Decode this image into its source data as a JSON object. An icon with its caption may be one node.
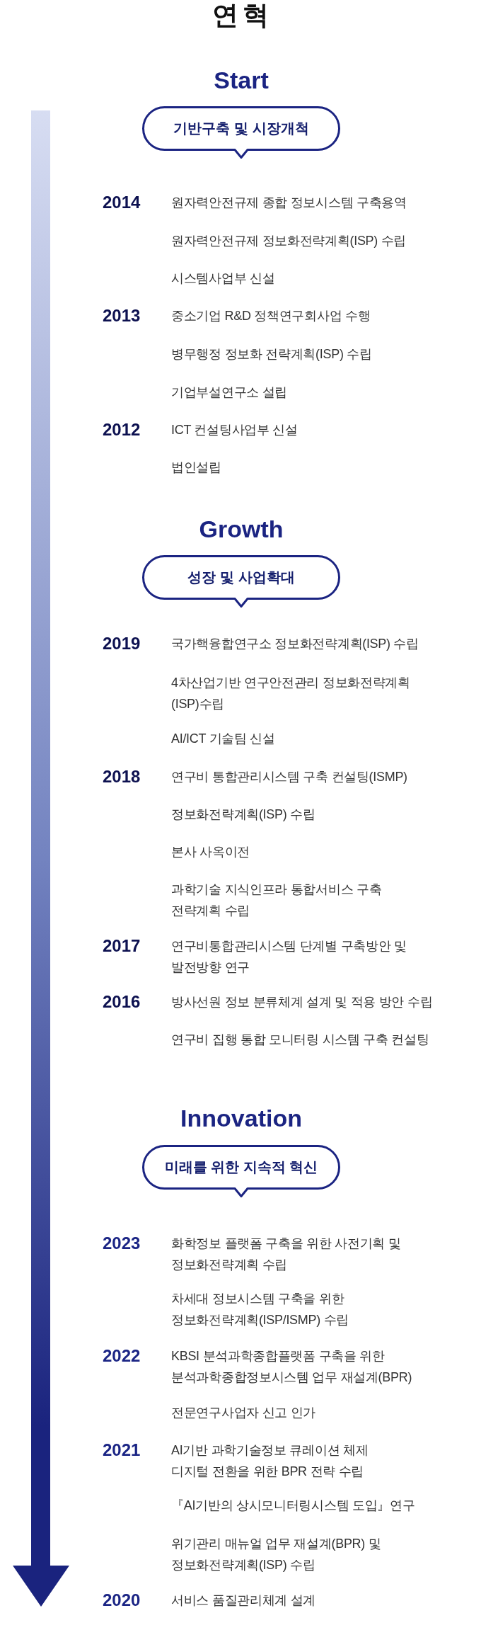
{
  "diagram": {
    "title": "연혁",
    "nodes": [
      {
        "text": [
          "Start",
          "기반구축 및 시장개척"
        ]
      },
      {
        "text": [
          "Growth",
          "성장 및 사업확대"
        ]
      },
      {
        "text": [
          "Innovation",
          "미래를 위한 지속적 혁신"
        ]
      }
    ],
    "labels": [
      "2014",
      "원자력안전규제 종합 정보시스템 구축용역",
      "원자력안전규제 정보화전략계획(ISP) 수립",
      "시스템사업부 신설",
      "2013",
      "중소기업 R&D 정책연구회사업 수행",
      "병무행정 정보화 전략계획(ISP) 수립",
      "기업부설연구소 설립",
      "2012",
      "ICT 컨설팅사업부 신설",
      "법인설립",
      "2019",
      "국가핵융합연구소 정보화전략계획(ISP) 수립",
      "4차산업기반 연구안전관리 정보화전략계획 (ISP)수립",
      "AI/ICT 기술팀 신설",
      "2018",
      "연구비 통합관리시스템 구축 컨설팅(ISMP)",
      "정보화전략계획(ISP) 수립",
      "본사 사옥이전",
      "과학기술 지식인프라 통합서비스 구축 전략계획 수립",
      "2017",
      "연구비통합관리시스템 단계별 구축방안 및 발전방향 연구",
      "2016",
      "방사선원 정보 분류체계 설계 및 적용 방안 수립",
      "연구비 집행 통합 모니터링 시스템 구축 컨설팅",
      "2023",
      "화학정보 플랫폼 구축을 위한 사전기획 및 정보화전략계획 수립",
      "차세대 정보시스템 구축을 위한 정보화전략계획(ISP/ISMP) 수립",
      "2022",
      "KBSI 분석과학종합플랫폼 구축을 위한 분석과학종합정보시스템 업무 재설계(BPR)",
      "전문연구사업자 신고 인가",
      "2021",
      "AI기반 과학기술정보 큐레이션 체제 디지털 전환을 위한 BPR 전략 수립",
      "『AI기반의 상시모니터링시스템 도입』연구",
      "위기관리 매뉴얼 업무 재설계(BPR) 및 정보화전략계획(ISP) 수립",
      "2020",
      "서비스 품질관리체계 설계"
    ]
  }
}
